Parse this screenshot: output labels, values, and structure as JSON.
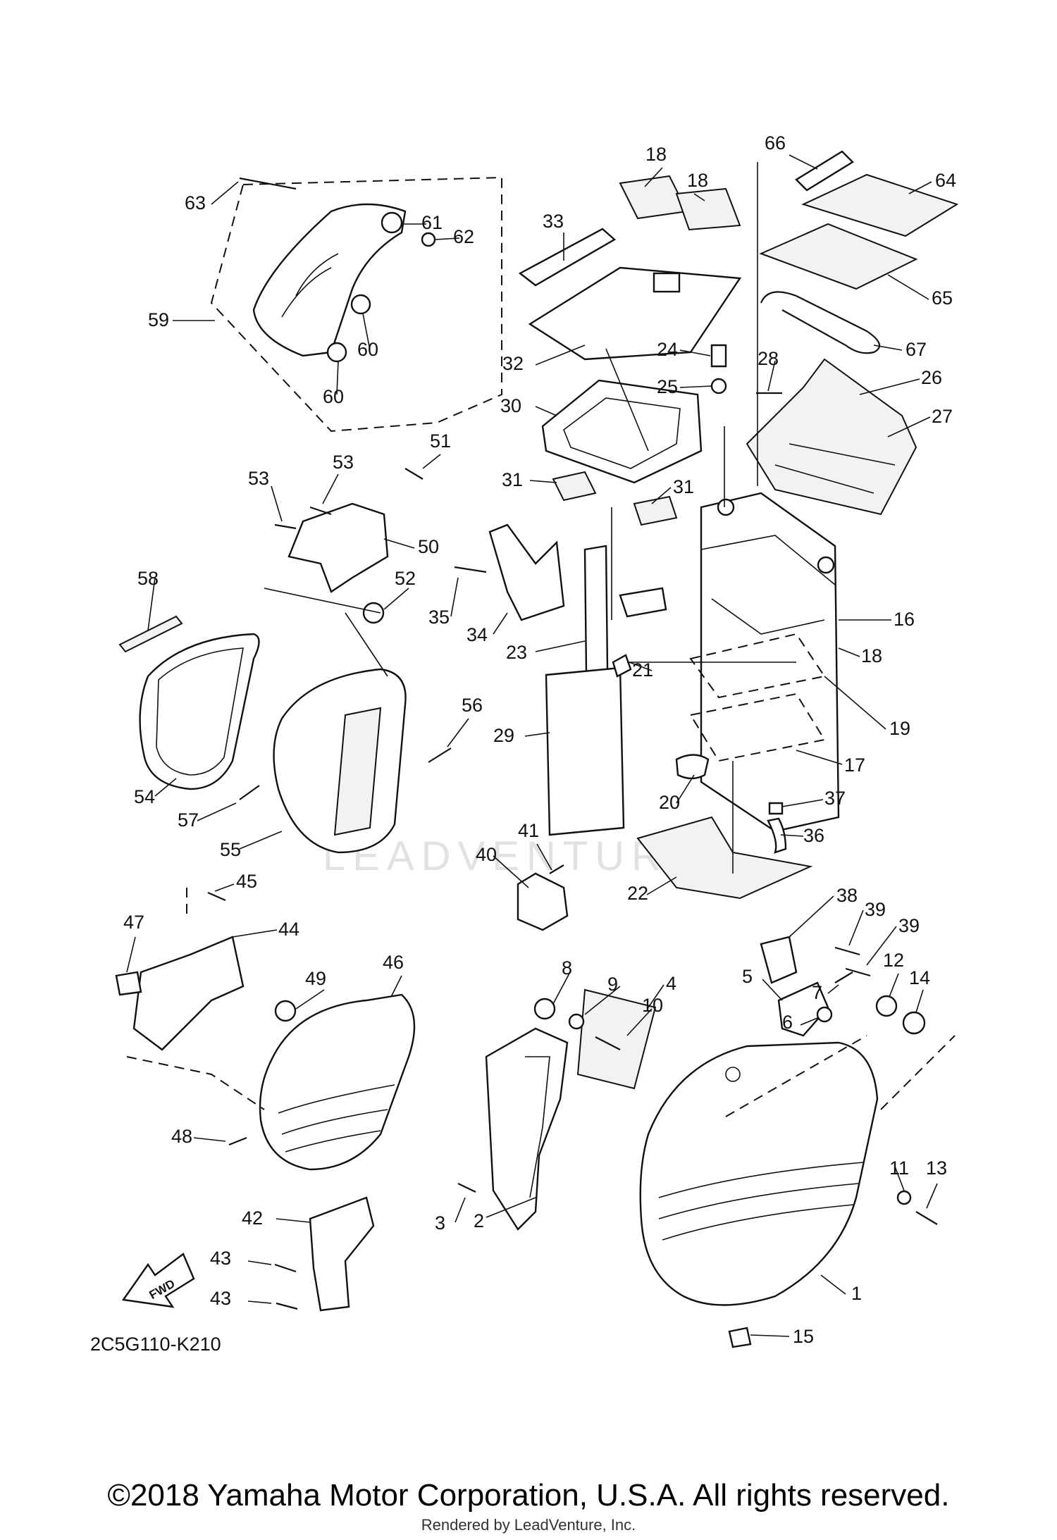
{
  "diagram": {
    "part_numbers": [
      "1",
      "2",
      "3",
      "4",
      "5",
      "6",
      "7",
      "8",
      "9",
      "10",
      "11",
      "12",
      "13",
      "14",
      "15",
      "16",
      "17",
      "18",
      "18",
      "18",
      "19",
      "20",
      "21",
      "22",
      "23",
      "24",
      "25",
      "26",
      "27",
      "28",
      "29",
      "30",
      "31",
      "31",
      "32",
      "33",
      "34",
      "35",
      "36",
      "37",
      "38",
      "39",
      "39",
      "40",
      "41",
      "42",
      "43",
      "43",
      "44",
      "45",
      "46",
      "47",
      "48",
      "49",
      "50",
      "51",
      "52",
      "53",
      "53",
      "54",
      "55",
      "56",
      "57",
      "58",
      "59",
      "60",
      "60",
      "61",
      "62",
      "63",
      "64",
      "65",
      "66",
      "67"
    ],
    "diagram_code": "2C5G110-K210",
    "fwd_label": "FWD",
    "watermark": "LEADVENTURE"
  },
  "footer": {
    "copyright": "©2018 Yamaha Motor Corporation, U.S.A. All rights reserved.",
    "rendered_by": "Rendered by LeadVenture, Inc."
  }
}
